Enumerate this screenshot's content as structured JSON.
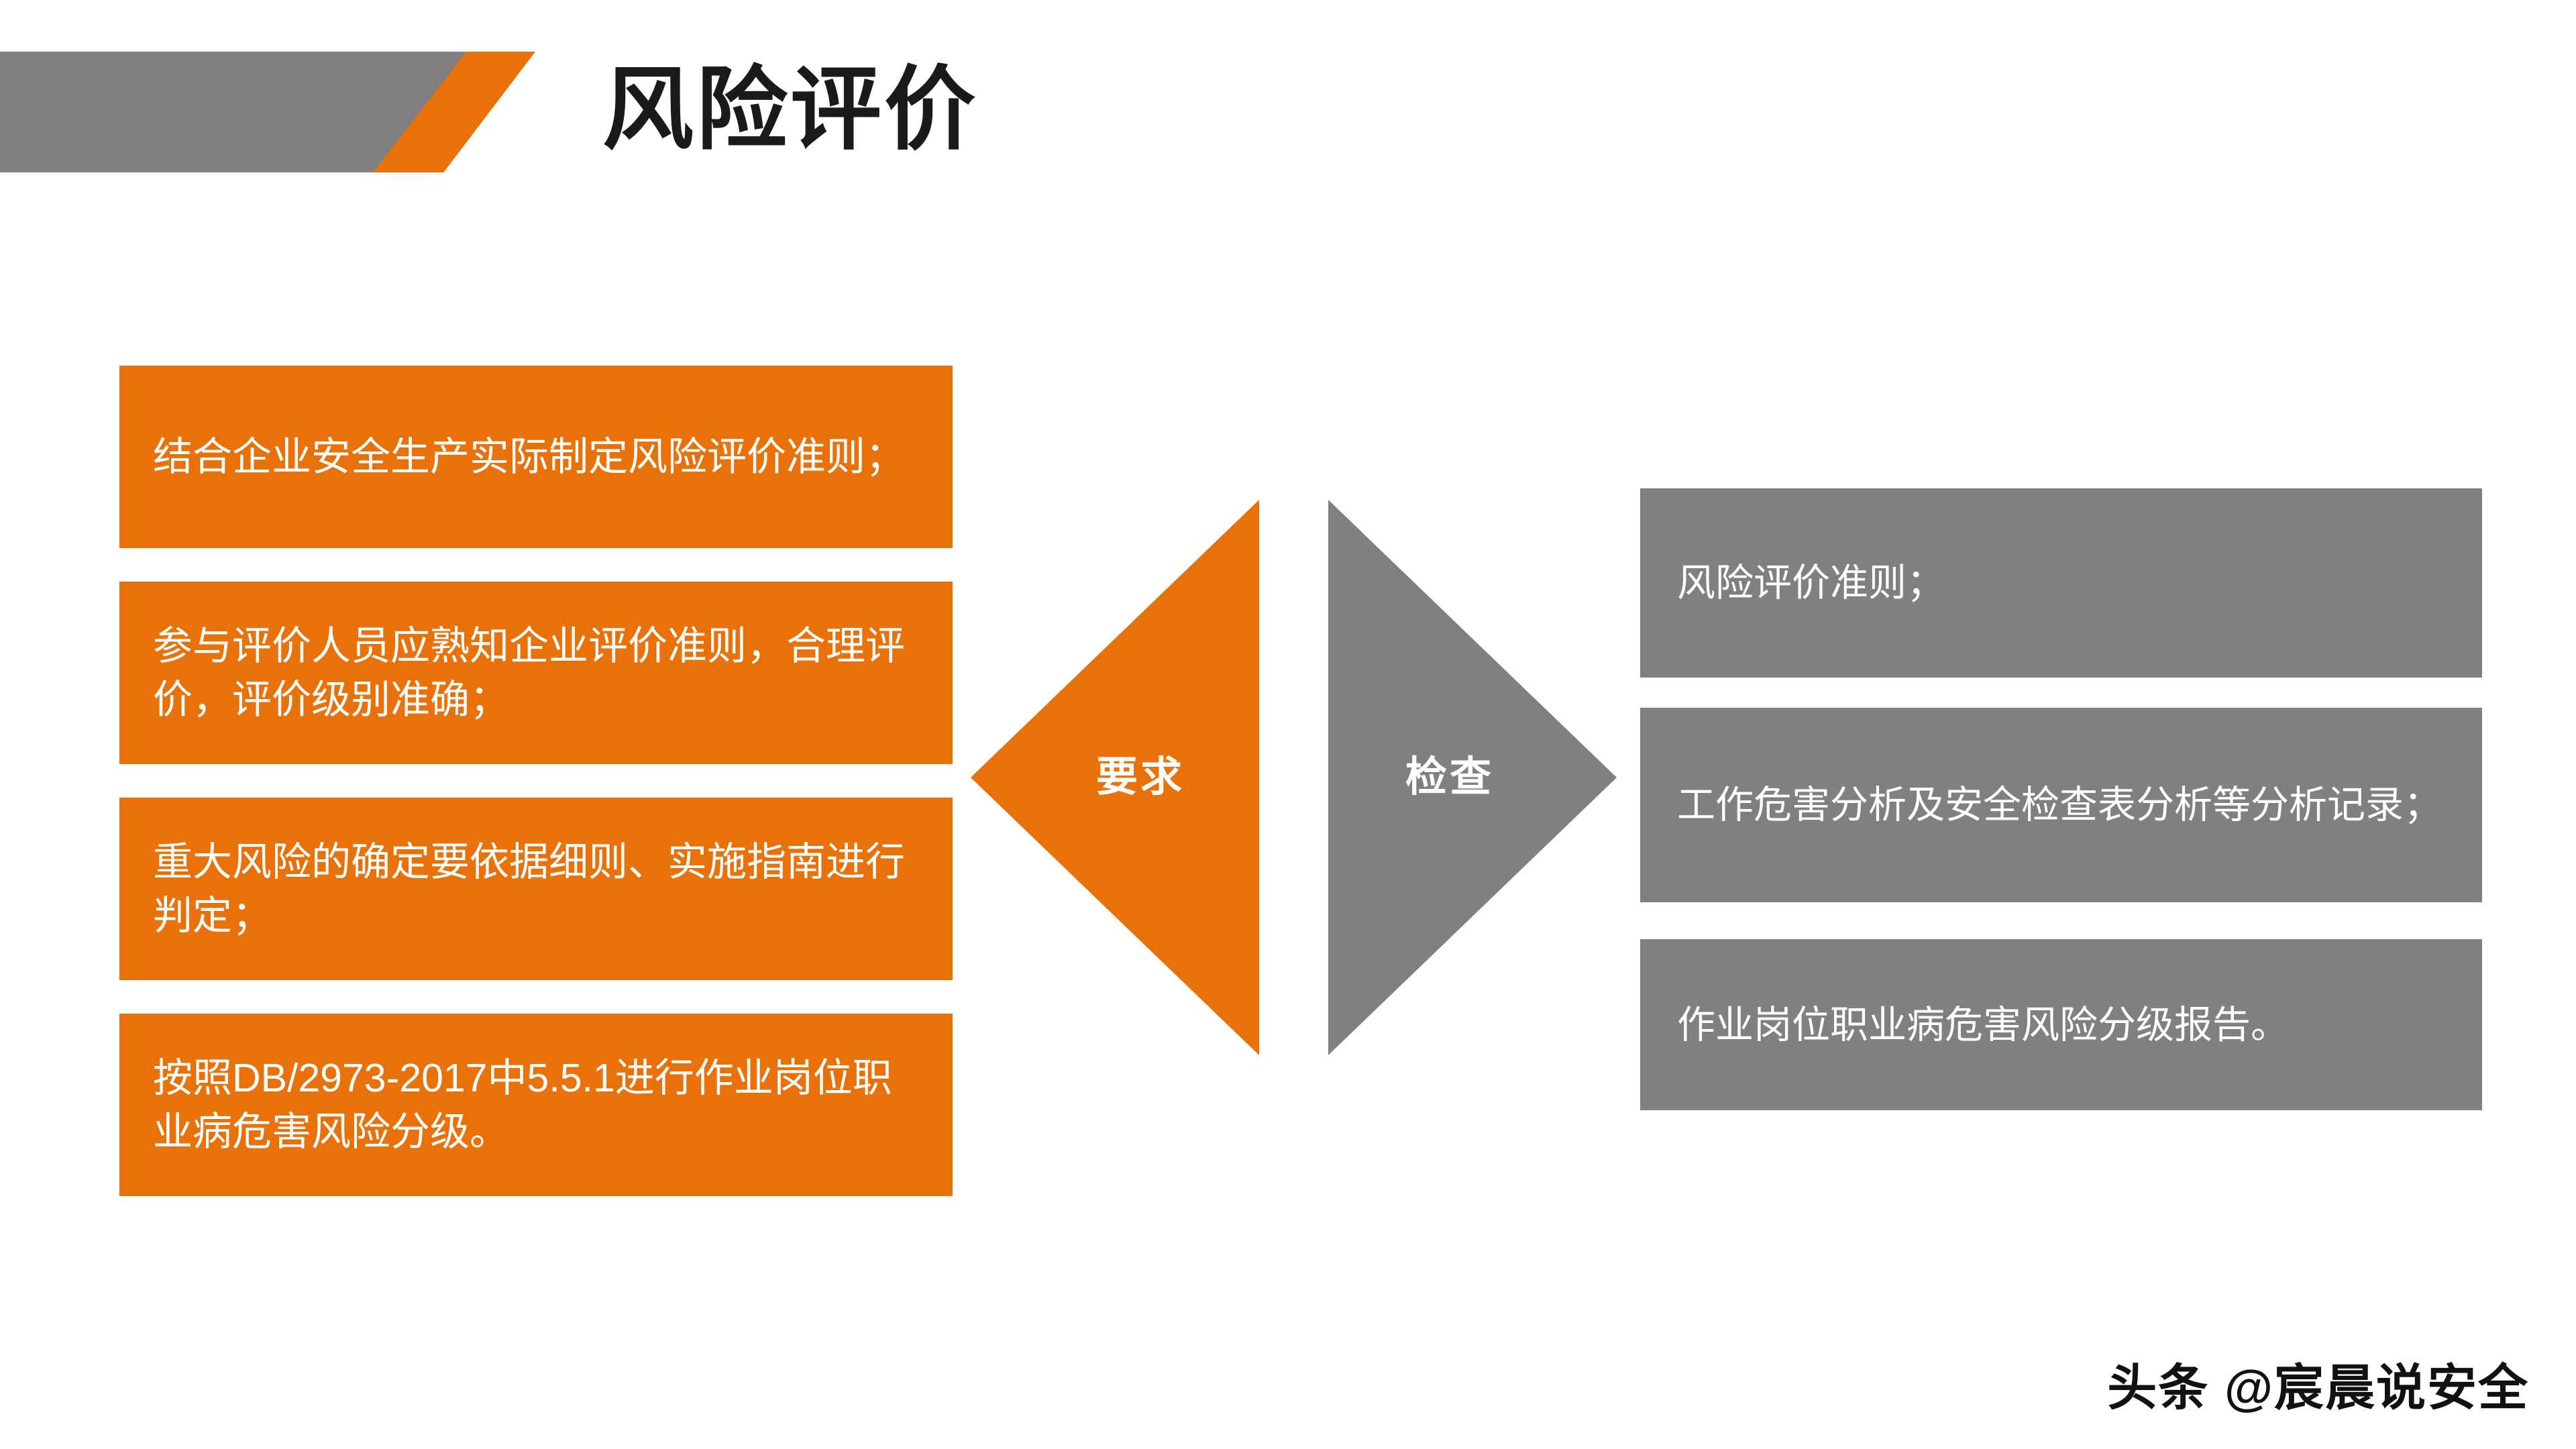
{
  "slide": {
    "title": "风险评价",
    "background_color": "#ffffff"
  },
  "theme": {
    "orange": "#e8710a",
    "grey": "#808080",
    "header_grey": "#7f7f7f",
    "text_on_fill": "#ffffff",
    "title_color": "#1a1a1a"
  },
  "header": {
    "banner_grey_label": "header-banner-grey",
    "banner_orange_label": "header-banner-orange"
  },
  "requirements": {
    "node_label": "要求",
    "items": [
      {
        "text": "结合企业安全生产实际制定风险评价准则；"
      },
      {
        "text": "参与评价人员应熟知企业评价准则，合理评价，评价级别准确；"
      },
      {
        "text": "重大风险的确定要依据细则、实施指南进行判定；"
      },
      {
        "text": "按照DB/2973-2017中5.5.1进行作业岗位职业病危害风险分级。"
      }
    ]
  },
  "inspection": {
    "node_label": "检查",
    "items": [
      {
        "text": "风险评价准则；"
      },
      {
        "text": "工作危害分析及安全检查表分析等分析记录；"
      },
      {
        "text": "作业岗位职业病危害风险分级报告。"
      }
    ]
  },
  "footer": {
    "watermark": "头条 @宸晨说安全"
  }
}
